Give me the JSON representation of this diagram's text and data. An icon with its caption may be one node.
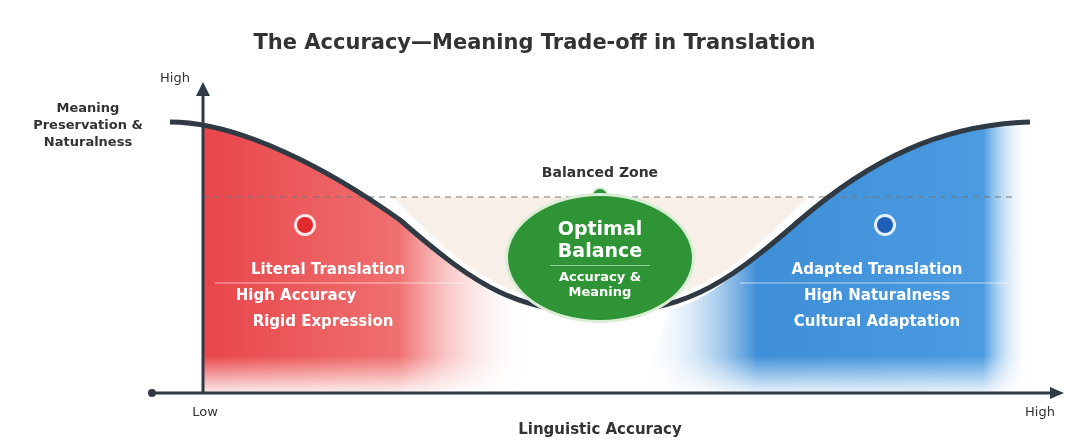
{
  "diagram": {
    "title": "The Accuracy—Meaning Trade-off in Translation",
    "nodes": [
      {
        "text": [
          "Optimal Balance",
          "Accuracy & Meaning"
        ]
      }
    ],
    "labels": [
      "High",
      "Meaning Preservation & Naturalness",
      "Balanced Zone",
      "Literal Translation",
      "High Accuracy",
      "Rigid Expression",
      "Adapted Translation",
      "High Naturalness",
      "Cultural Adaptation",
      "Low",
      "High",
      "Linguistic Accuracy"
    ]
  }
}
